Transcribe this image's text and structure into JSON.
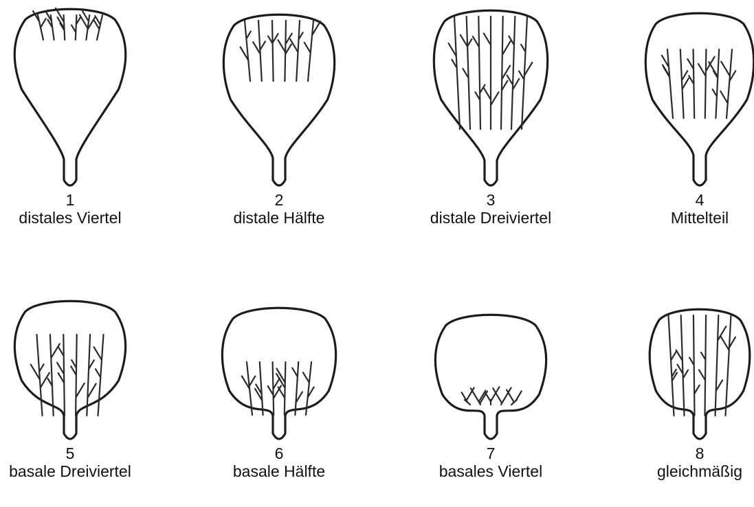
{
  "figure": {
    "panels": [
      {
        "number": "1",
        "label": "distales Viertel",
        "vein_region": "distal-quarter"
      },
      {
        "number": "2",
        "label": "distale Hälfte",
        "vein_region": "distal-half"
      },
      {
        "number": "3",
        "label": "distale Dreiviertel",
        "vein_region": "distal-three-quarters"
      },
      {
        "number": "4",
        "label": "Mittelteil",
        "vein_region": "middle"
      },
      {
        "number": "5",
        "label": "basale Dreiviertel",
        "vein_region": "basal-three-quarters"
      },
      {
        "number": "6",
        "label": "basale Hälfte",
        "vein_region": "basal-half"
      },
      {
        "number": "7",
        "label": "basales Viertel",
        "vein_region": "basal-quarter"
      },
      {
        "number": "8",
        "label": "gleichmäßig",
        "vein_region": "uniform"
      }
    ]
  }
}
